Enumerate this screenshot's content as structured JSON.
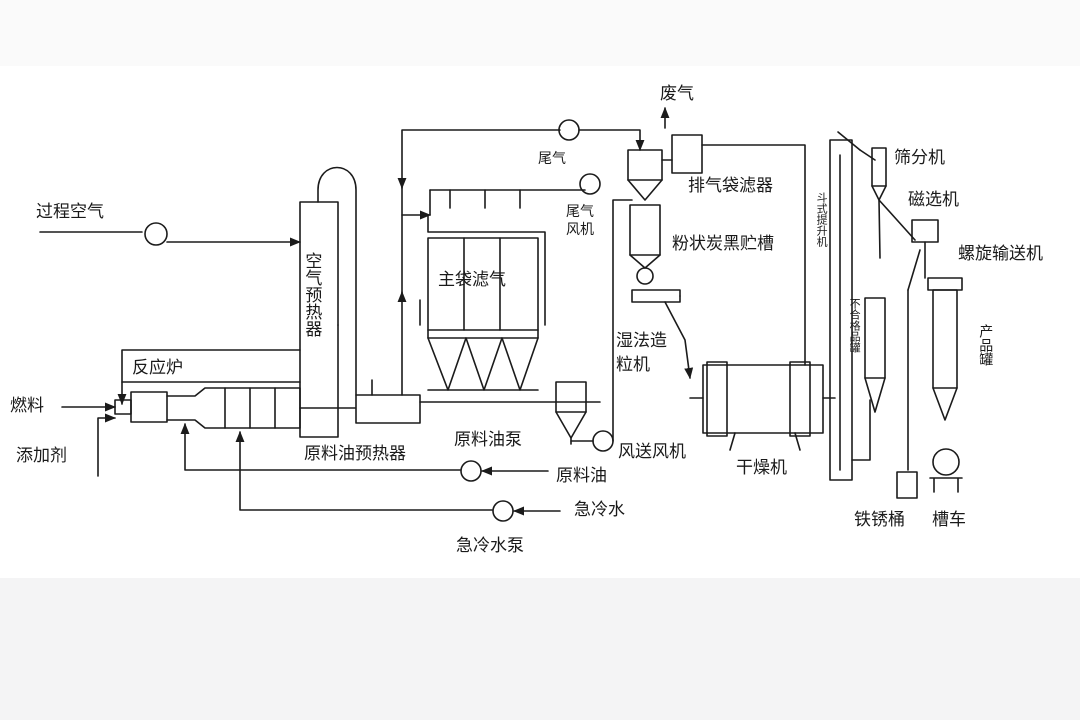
{
  "diagram": {
    "labels": {
      "process_air": "过程空气",
      "fuel": "燃料",
      "additive": "添加剂",
      "reactor": "反应炉",
      "air_preheater": "空气预热器",
      "feed_oil_preheater": "原料油预热器",
      "main_bag_filter": "主袋滤气",
      "tail_gas": "尾气",
      "tail_gas_fan": "尾气风机",
      "exhaust_gas": "废气",
      "exhaust_bag_filter": "排气袋滤器",
      "powder_carbon_black_tank": "粉状炭黑贮槽",
      "wet_granulator": "湿法造粒机",
      "feed_oil_pump": "原料油泵",
      "pneumatic_fan": "风送风机",
      "feed_oil": "原料油",
      "quench_water": "急冷水",
      "quench_water_pump": "急冷水泵",
      "dryer": "干燥机",
      "bucket_elevator": "斗式提升机",
      "screening_machine": "筛分机",
      "magnetic_separator": "磁选机",
      "screw_conveyor": "螺旋输送机",
      "off_spec_tank": "不合格品罐",
      "product_tank": "产品罐",
      "iron_drum": "铁锈桶",
      "tank_car": "槽车"
    }
  }
}
